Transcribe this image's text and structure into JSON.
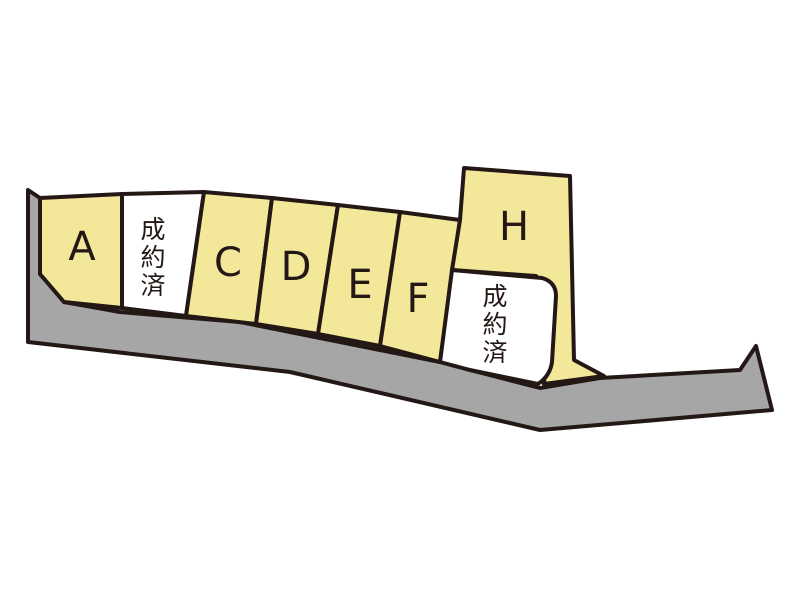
{
  "lots": [
    {
      "id": "A",
      "label": "A",
      "status": "available"
    },
    {
      "id": "B",
      "label_lines": [
        "成",
        "約",
        "済"
      ],
      "status": "contracted"
    },
    {
      "id": "C",
      "label": "C",
      "status": "available"
    },
    {
      "id": "D",
      "label": "D",
      "status": "available"
    },
    {
      "id": "E",
      "label": "E",
      "status": "available"
    },
    {
      "id": "F",
      "label": "F",
      "status": "available"
    },
    {
      "id": "G",
      "label_lines": [
        "成",
        "約",
        "済"
      ],
      "status": "contracted"
    },
    {
      "id": "H",
      "label": "H",
      "status": "available"
    }
  ],
  "colors": {
    "available_lot": "#f3e79a",
    "contracted_lot": "#ffffff",
    "road": "#a6a6a6",
    "outline": "#231815"
  }
}
